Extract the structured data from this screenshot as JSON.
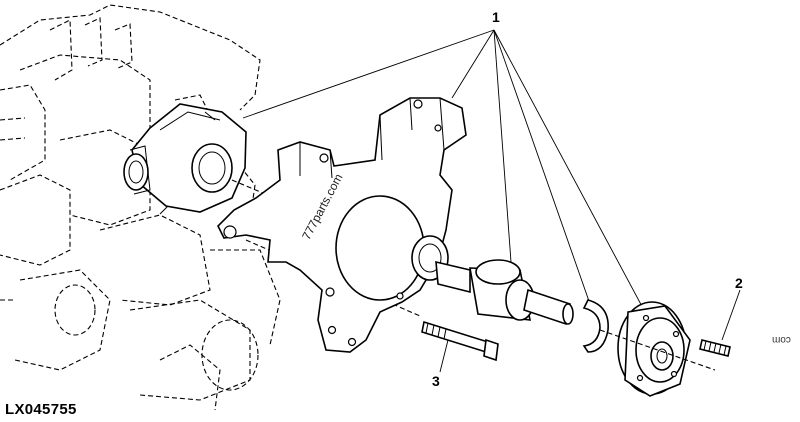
{
  "figure_id": "LX045755",
  "callouts": {
    "one": "1",
    "two": "2",
    "three": "3"
  },
  "watermarks": {
    "side": "com",
    "diagonal": "777parts.com"
  }
}
